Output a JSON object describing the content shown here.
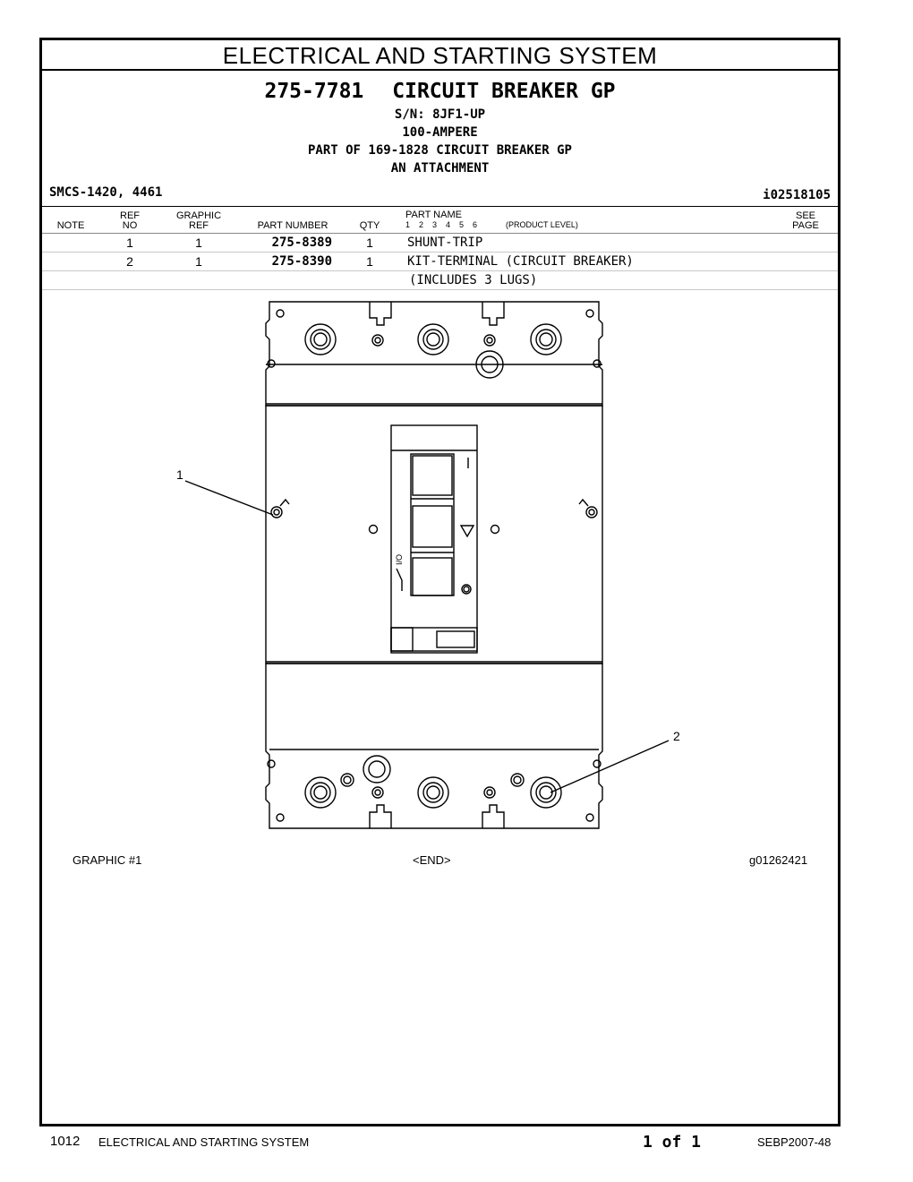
{
  "section_title": "ELECTRICAL AND STARTING SYSTEM",
  "group": {
    "part_number": "275-7781",
    "name": "CIRCUIT BREAKER GP",
    "lines": [
      "S/N: 8JF1-UP",
      "100-AMPERE",
      "PART OF 169-1828 CIRCUIT BREAKER GP",
      "AN ATTACHMENT"
    ]
  },
  "smcs": "SMCS-1420, 4461",
  "illustration_id": "i02518105",
  "table": {
    "headers": {
      "note": "NOTE",
      "ref_top": "REF",
      "ref_bottom": "NO",
      "graphic_top": "GRAPHIC",
      "graphic_bottom": "REF",
      "part_number": "PART NUMBER",
      "qty": "QTY",
      "part_name": "PART NAME",
      "levels": "1    2    3    4    5    6",
      "product_level": "(PRODUCT LEVEL)",
      "see_top": "SEE",
      "see_bottom": "PAGE"
    },
    "rows": [
      {
        "ref": "1",
        "graphic": "1",
        "part_number": "275-8389",
        "qty": "1",
        "name": "SHUNT-TRIP"
      },
      {
        "ref": "2",
        "graphic": "1",
        "part_number": "275-8390",
        "qty": "1",
        "name": "KIT-TERMINAL (CIRCUIT BREAKER)"
      },
      {
        "ref": "",
        "graphic": "",
        "part_number": "",
        "qty": "",
        "name": "(INCLUDES 3 LUGS)"
      }
    ]
  },
  "drawing": {
    "callouts": [
      "1",
      "2"
    ],
    "graphic_label": "GRAPHIC #1",
    "end_label": "<END>",
    "graphic_id": "g01262421"
  },
  "footer": {
    "page_number": "1012",
    "section": "ELECTRICAL AND STARTING SYSTEM",
    "page_of": "1 of 1",
    "doc_id": "SEBP2007-48"
  }
}
